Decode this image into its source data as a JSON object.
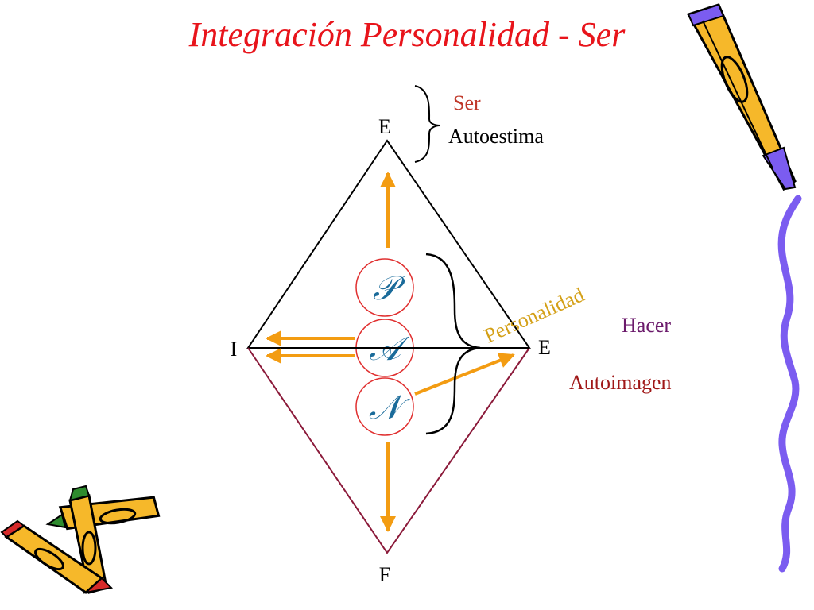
{
  "title": "Integración Personalidad - Ser",
  "vertices": {
    "top": "E",
    "left": "I",
    "right": "E",
    "bottom": "F"
  },
  "labels": {
    "ser": "Ser",
    "autoestima": "Autoestima",
    "personalidad": "Personalidad",
    "hacer": "Hacer",
    "autoimagen": "Autoimagen"
  },
  "circles": [
    "𝒫",
    "𝒜",
    "𝒩"
  ],
  "colors": {
    "title": "#e8141b",
    "ser": "#c0392b",
    "personalidad": "#d4a017",
    "hacer": "#6b1a6b",
    "autoimagen": "#a01818",
    "arrow": "#f39c12",
    "lower_triangle": "#8b1a3a",
    "circle_stroke": "#e03030",
    "circle_letter": "#1a6b9a",
    "pencil_body": "#f6b82a",
    "pencil_accent": "#7b5cf0",
    "squiggle": "#7b5cf0"
  },
  "decorations": [
    "pencil-icon",
    "crayons-icon",
    "squiggle-line"
  ]
}
